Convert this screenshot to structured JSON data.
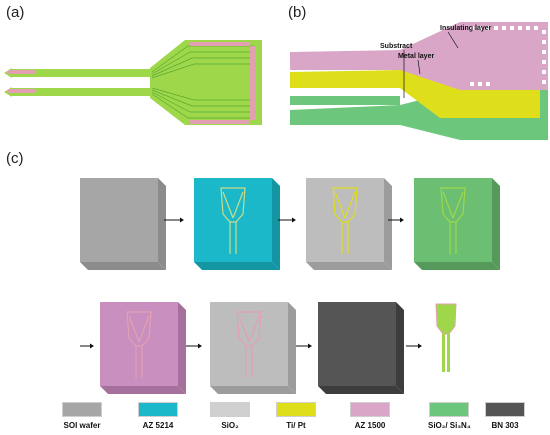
{
  "panels": {
    "a": "(a)",
    "b": "(b)",
    "c": "(c)"
  },
  "layer_labels": {
    "insulating": "Insulating layer",
    "substract": "Substract",
    "metal": "Metal layer"
  },
  "colors": {
    "soi_wafer": "#a6a6a6",
    "az5214": "#1ab8c8",
    "sio2": "#d0d0d0",
    "ti_pt": "#dede1a",
    "az1500": "#d9a6c8",
    "sio2_si3n4": "#6cc77d",
    "bn303": "#555555",
    "trace_green": "#9ed84a",
    "pad_pink": "#e3a0b3"
  },
  "legend": [
    {
      "key": "soi_wafer",
      "label": "SOI wafer"
    },
    {
      "key": "az5214",
      "label": "AZ 5214"
    },
    {
      "key": "sio2",
      "label": "SiO₂"
    },
    {
      "key": "ti_pt",
      "label": "Ti/ Pt"
    },
    {
      "key": "az1500",
      "label": "AZ 1500"
    },
    {
      "key": "sio2_si3n4",
      "label": "SiO₂/ Si₃N₄"
    },
    {
      "key": "bn303",
      "label": "BN 303"
    }
  ],
  "process_steps": [
    {
      "fill": "#a6a6a6",
      "side": "#8c8c8c",
      "probe": false
    },
    {
      "fill": "#1ab8c8",
      "side": "#1395a3",
      "probe": "#c9dc8a"
    },
    {
      "fill": "#bdbdbd",
      "side": "#9c9c9c",
      "probe": "#dede1a"
    },
    {
      "fill": "#6cbf72",
      "side": "#559a5a",
      "probe": "#9ed84a"
    },
    {
      "fill": "#c98fbf",
      "side": "#a6709c",
      "probe": "#e3a0b3"
    },
    {
      "fill": "#bdbdbd",
      "side": "#9c9c9c",
      "probe": "#e3a0b3"
    },
    {
      "fill": "#555555",
      "side": "#3d3d3d",
      "probe": false
    }
  ]
}
